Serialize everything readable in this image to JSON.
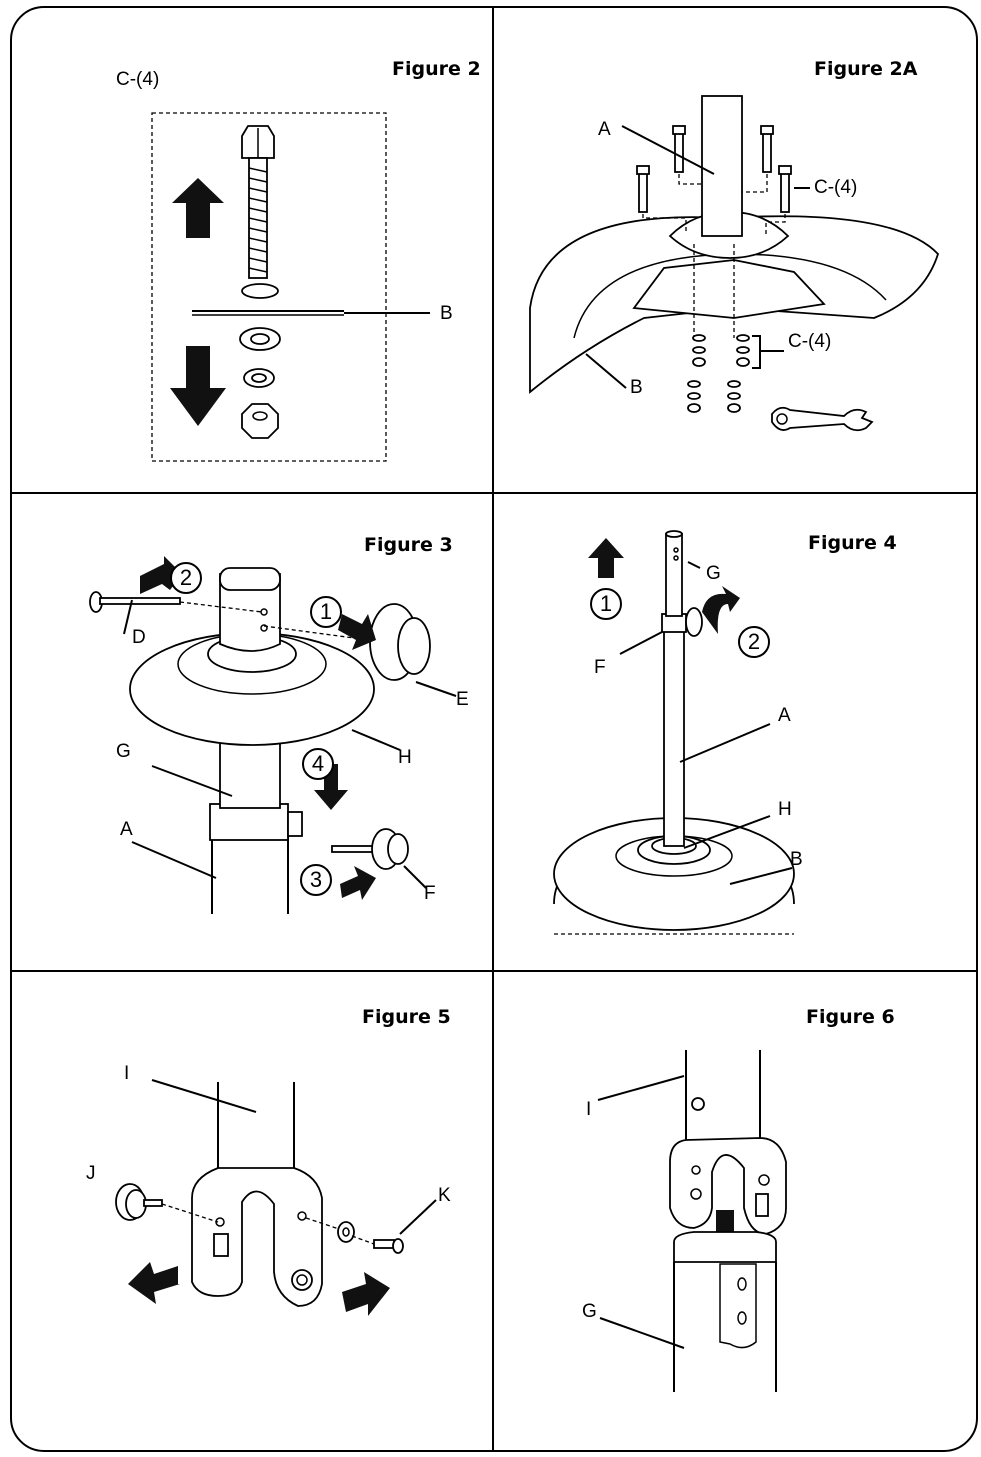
{
  "figures": {
    "fig2": {
      "title": "Figure 2",
      "labels": {
        "c4": "C-(4)",
        "b": "B"
      }
    },
    "fig2a": {
      "title": "Figure 2A",
      "labels": {
        "a": "A",
        "c4_top": "C-(4)",
        "c4_bottom": "C-(4)",
        "b": "B"
      }
    },
    "fig3": {
      "title": "Figure 3",
      "labels": {
        "d": "D",
        "e": "E",
        "g": "G",
        "h": "H",
        "a": "A",
        "f": "F"
      },
      "steps": [
        "1",
        "2",
        "3",
        "4"
      ]
    },
    "fig4": {
      "title": "Figure 4",
      "labels": {
        "g": "G",
        "f": "F",
        "a": "A",
        "h": "H",
        "b": "B"
      },
      "steps": [
        "1",
        "2"
      ]
    },
    "fig5": {
      "title": "Figure 5",
      "labels": {
        "i": "I",
        "j": "J",
        "k": "K"
      }
    },
    "fig6": {
      "title": "Figure 6",
      "labels": {
        "i": "I",
        "g": "G"
      }
    }
  }
}
